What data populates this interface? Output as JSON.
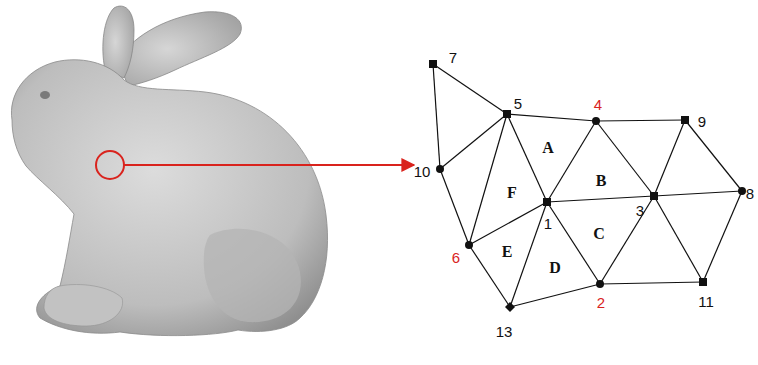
{
  "diagram": {
    "labels": [
      "7",
      "5",
      "4",
      "9",
      "10",
      "A",
      "B",
      "8",
      "F",
      "3",
      "1",
      "C",
      "6",
      "E",
      "D",
      "2",
      "11",
      "13"
    ]
  }
}
